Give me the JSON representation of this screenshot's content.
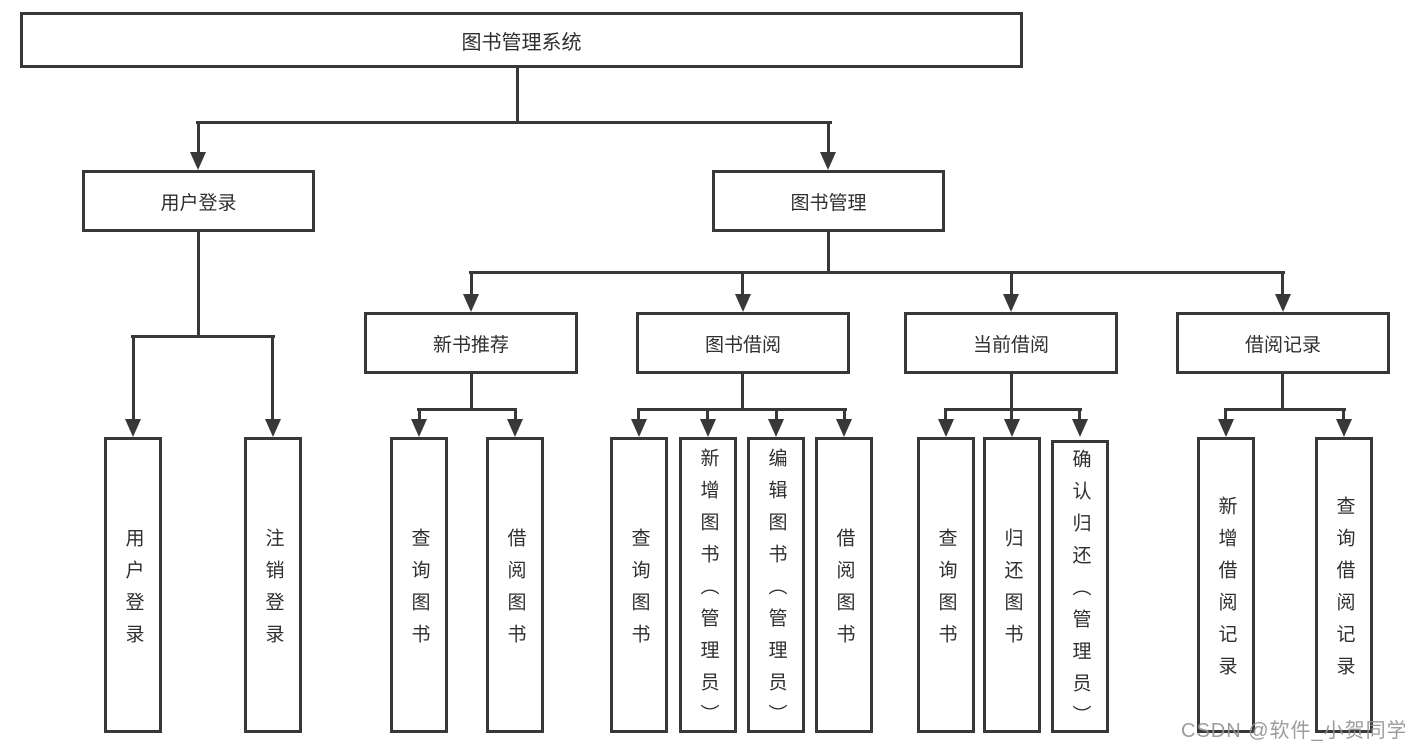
{
  "nodes": {
    "root": "图书管理系统",
    "user_login": "用户登录",
    "book_management": "图书管理",
    "new_book_recommendation": "新书推荐",
    "book_borrowing": "图书借阅",
    "current_borrowing": "当前借阅",
    "borrowing_records": "借阅记录"
  },
  "leaves": {
    "user_login": "用户登录",
    "logout": "注销登录",
    "recommend_query_books": "查询图书",
    "recommend_borrow_books": "借阅图书",
    "borrowing_query_books": "查询图书",
    "borrowing_add_books": "新增图书（管理员）",
    "borrowing_edit_books": "编辑图书（管理员）",
    "borrowing_borrow_books": "借阅图书",
    "current_query_books": "查询图书",
    "current_return_books": "归还图书",
    "current_confirm_return": "确认归还（管理员）",
    "records_add_record": "新增借阅记录",
    "records_query_record": "查询借阅记录"
  },
  "watermark": "CSDN @软件_小贺同学",
  "colors": {
    "line": "#383838",
    "text": "#2f2f2f",
    "background": "#ffffff",
    "watermark": "#949494"
  }
}
